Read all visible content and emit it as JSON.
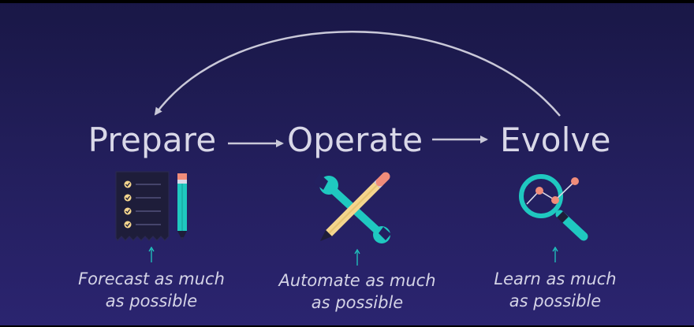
{
  "stages": [
    {
      "id": "prepare",
      "title": "Prepare",
      "caption_line1": "Forecast as much",
      "caption_line2": "as possible",
      "icon": "checklist-and-pencil-icon"
    },
    {
      "id": "operate",
      "title": "Operate",
      "caption_line1": "Automate as much",
      "caption_line2": "as possible",
      "icon": "wrench-and-pencil-icon"
    },
    {
      "id": "evolve",
      "title": "Evolve",
      "caption_line1": "Learn as much",
      "caption_line2": "as possible",
      "icon": "magnifying-glass-icon"
    }
  ],
  "colors": {
    "background_top": "#191746",
    "background_bottom": "#2b2470",
    "text": "#d9d8e8",
    "arrow": "#c9c8d8",
    "teal": "#1fc8c0",
    "yellow": "#f4d58d",
    "salmon": "#f08c7a",
    "dark": "#1e1d3a"
  }
}
